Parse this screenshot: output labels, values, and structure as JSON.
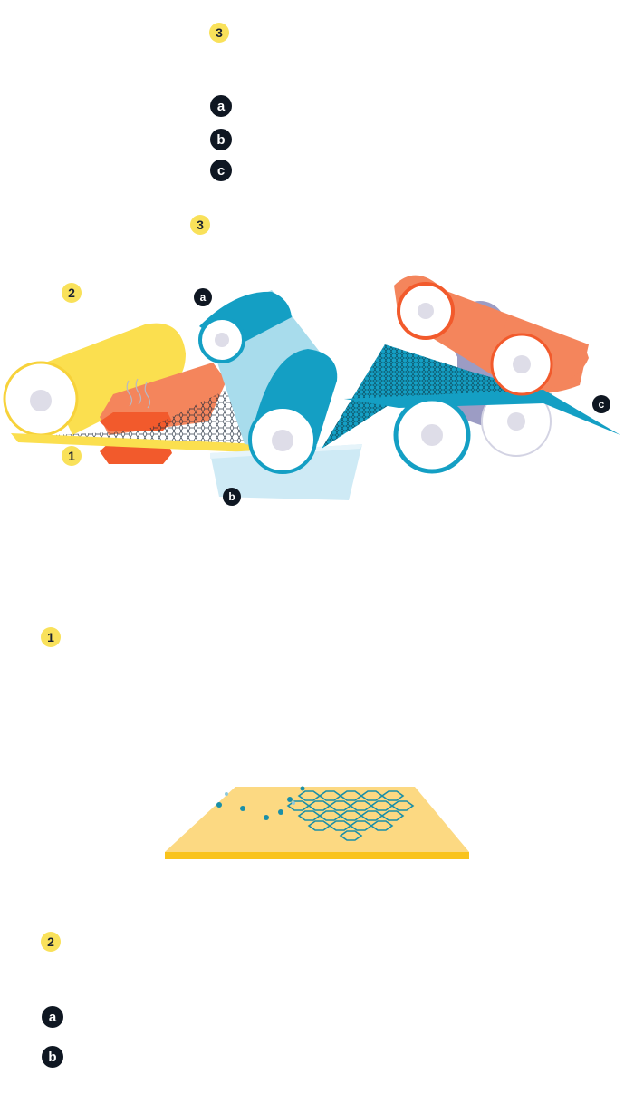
{
  "header_badges": {
    "step3_top": "3",
    "a": "a",
    "b": "b",
    "c": "c",
    "step3_second": "3"
  },
  "process_diagram": {
    "badge_1": "1",
    "badge_2": "2",
    "badge_a": "a",
    "badge_b": "b",
    "badge_c": "c"
  },
  "section1": {
    "badge": "1"
  },
  "section2": {
    "badge": "2",
    "item_a": "a",
    "item_b": "b"
  },
  "colors": {
    "yellow": "#fbdf4f",
    "orange": "#f4855c",
    "red_orange": "#f25a2c",
    "teal": "#149fc4",
    "light_teal": "#a8dcec",
    "lavender": "#9c9cc4",
    "badge_dark": "#0f1722",
    "badge_yellow": "#f9e15a"
  }
}
